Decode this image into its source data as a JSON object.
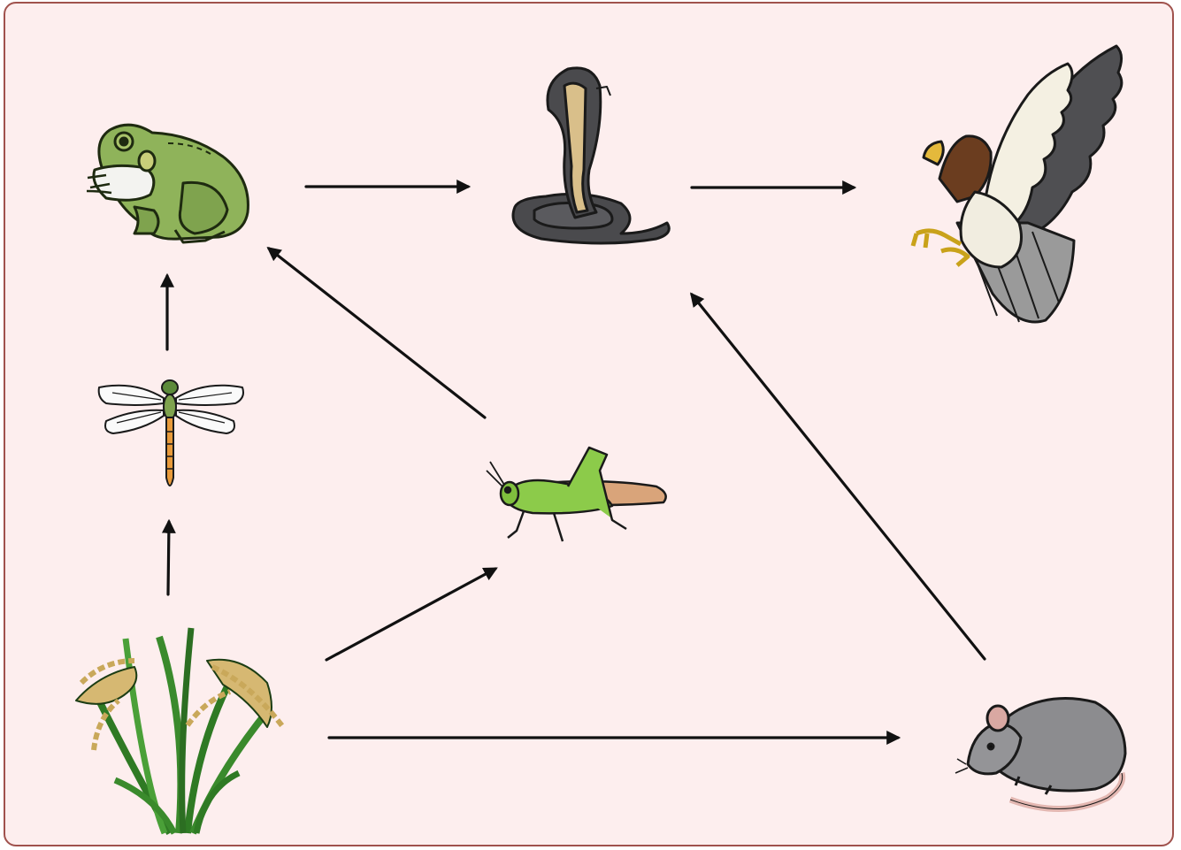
{
  "diagram": {
    "type": "food-web",
    "background": "#fdeeee",
    "border_color": "#a0524d",
    "arrow_color": "#111111",
    "nodes": [
      {
        "id": "frog",
        "icon": "frog-icon"
      },
      {
        "id": "snake",
        "icon": "cobra-icon"
      },
      {
        "id": "eagle",
        "icon": "eagle-icon"
      },
      {
        "id": "dragonfly",
        "icon": "dragonfly-icon"
      },
      {
        "id": "grasshopper",
        "icon": "grasshopper-icon"
      },
      {
        "id": "rice",
        "icon": "rice-plant-icon"
      },
      {
        "id": "rat",
        "icon": "rat-icon"
      }
    ],
    "edges": [
      {
        "from": "frog",
        "to": "snake"
      },
      {
        "from": "snake",
        "to": "eagle"
      },
      {
        "from": "dragonfly",
        "to": "frog"
      },
      {
        "from": "rice",
        "to": "dragonfly"
      },
      {
        "from": "grasshopper",
        "to": "frog"
      },
      {
        "from": "rice",
        "to": "grasshopper"
      },
      {
        "from": "rice",
        "to": "rat"
      },
      {
        "from": "rat",
        "to": "snake"
      }
    ]
  }
}
